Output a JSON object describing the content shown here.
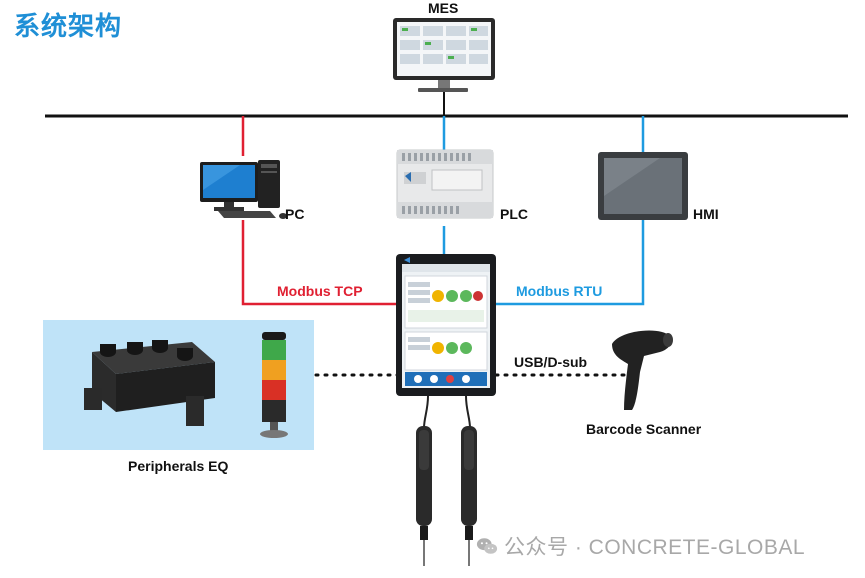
{
  "title": "系统架构",
  "nodes": {
    "mes": "MES",
    "pc": "PC",
    "plc": "PLC",
    "hmi": "HMI",
    "peripherals": "Peripherals EQ",
    "scanner": "Barcode Scanner"
  },
  "links": {
    "modbus_tcp": "Modbus TCP",
    "modbus_rtu": "Modbus RTU",
    "usb": "USB/D-sub"
  },
  "watermark": "公众号 · CONCRETE-GLOBAL",
  "colors": {
    "title": "#1f8fd6",
    "modbus_tcp": "#e02032",
    "modbus_rtu": "#1e9be0",
    "bus": "#111111",
    "peripheral_area": "#bfe3f8"
  }
}
